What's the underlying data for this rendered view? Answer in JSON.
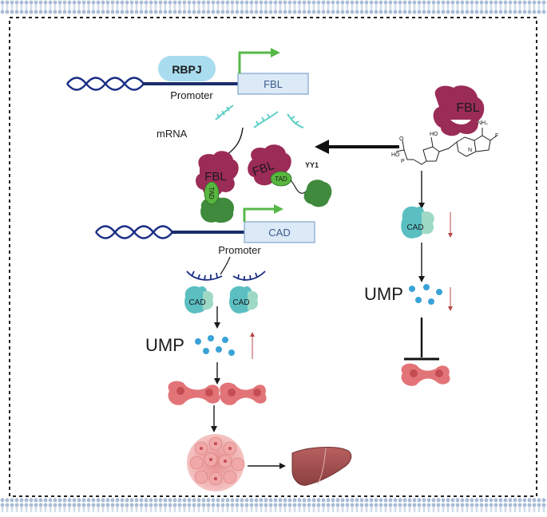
{
  "labels": {
    "rbpj": "RBPJ",
    "fbl_gene": "FBL",
    "promoter_top": "Promoter",
    "mrna": "mRNA",
    "fbl_protein_1": "FBL",
    "fbl_protein_2": "FBL",
    "fbl_protein_right": "FBL",
    "tad_1": "TAD",
    "tad_2": "TAD",
    "yy1": "YY1",
    "cad_gene": "CAD",
    "promoter_bottom": "Promoter",
    "cad_protein_1": "CAD",
    "cad_protein_2": "CAD",
    "cad_protein_right": "CAD",
    "ump_left": "UMP",
    "ump_right": "UMP",
    "inhibitor_ho": "HO",
    "inhibitor_p": "P",
    "inhibitor_o": "O",
    "inhibitor_f": "F",
    "inhibitor_nh2": "NH₂",
    "inhibitor_n": "N"
  },
  "colors": {
    "dna_blue": "#1b2f86",
    "promoter_line": "#1a2d6b",
    "gene_box_fill": "#dce9f7",
    "gene_box_stroke": "#7fa5cc",
    "tss_arrow": "#56b848",
    "rbpj_fill": "#a9dcef",
    "fbl_protein": "#9b2b57",
    "yy1_green": "#3f8a3c",
    "tad_green": "#58b63f",
    "cad_teal": "#6fc6c4",
    "ump_dot": "#3aa3d6",
    "cell_pink": "#e27478",
    "liver": "#9c4d4d",
    "trend_arrow": "#b84848",
    "membrane": "#9fb3cf"
  }
}
